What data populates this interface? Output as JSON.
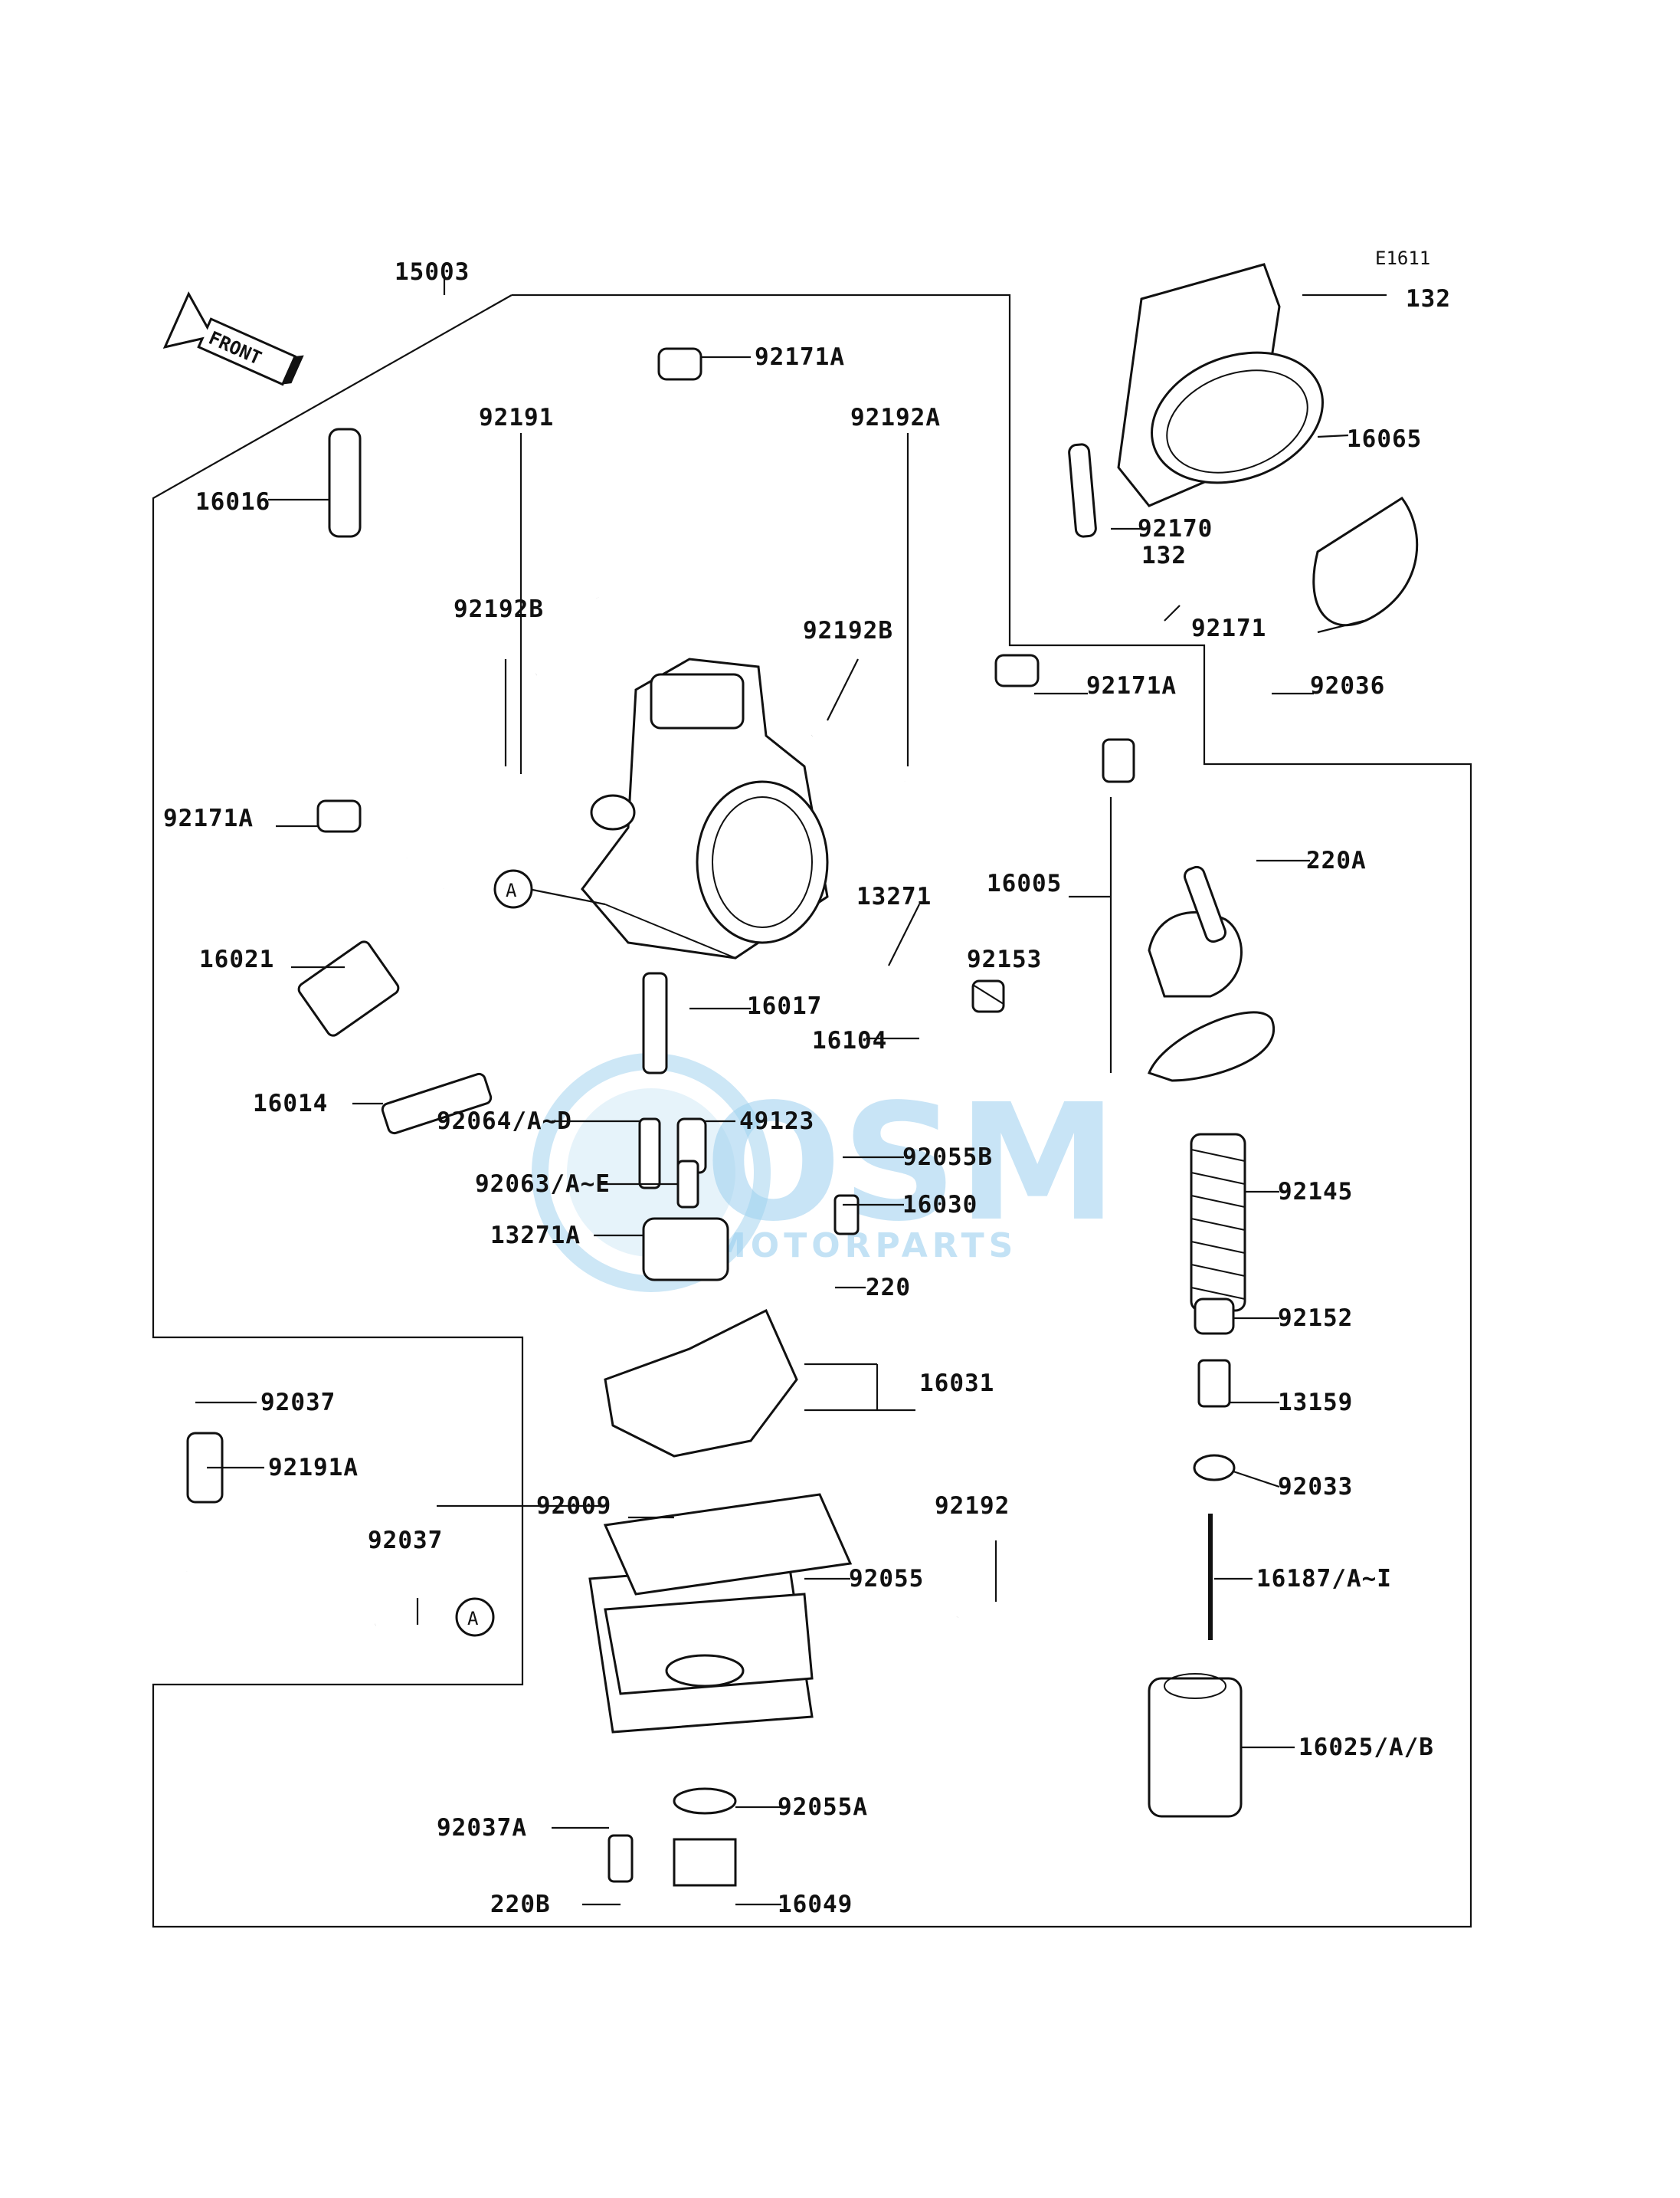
{
  "diagram_code": "E1611",
  "front_label": "FRONT",
  "callout_a": "A",
  "watermark": {
    "brand": "OSM",
    "sub": "MOTORPARTS",
    "color": "#4aa8e0"
  },
  "parts": {
    "p15003": "15003",
    "p92171A_top": "92171A",
    "p92191": "92191",
    "p92192A": "92192A",
    "p16016": "16016",
    "p92192B_left": "92192B",
    "p92192B_right": "92192B",
    "p92171A_left": "92171A",
    "p92171A_mid": "92171A",
    "p16021": "16021",
    "p13271": "13271",
    "p16017": "16017",
    "p16104": "16104",
    "p92153": "92153",
    "p16014": "16014",
    "p92064": "92064/A~D",
    "p49123": "49123",
    "p92055B": "92055B",
    "p92063": "92063/A~E",
    "p16030": "16030",
    "p13271A": "13271A",
    "p220": "220",
    "p16031": "16031",
    "p92037_a": "92037",
    "p92191A": "92191A",
    "p92037_b": "92037",
    "p92009": "92009",
    "p92192": "92192",
    "p92055": "92055",
    "p92037A": "92037A",
    "p92055A": "92055A",
    "p220B": "220B",
    "p16049": "16049",
    "p132_top": "132",
    "p16065": "16065",
    "p92170": "92170",
    "p132_mid": "132",
    "p92171": "92171",
    "p92036": "92036",
    "p220A": "220A",
    "p16005": "16005",
    "p92145": "92145",
    "p92152": "92152",
    "p13159": "13159",
    "p92033": "92033",
    "p16187": "16187/A~I",
    "p16025": "16025/A/B"
  }
}
